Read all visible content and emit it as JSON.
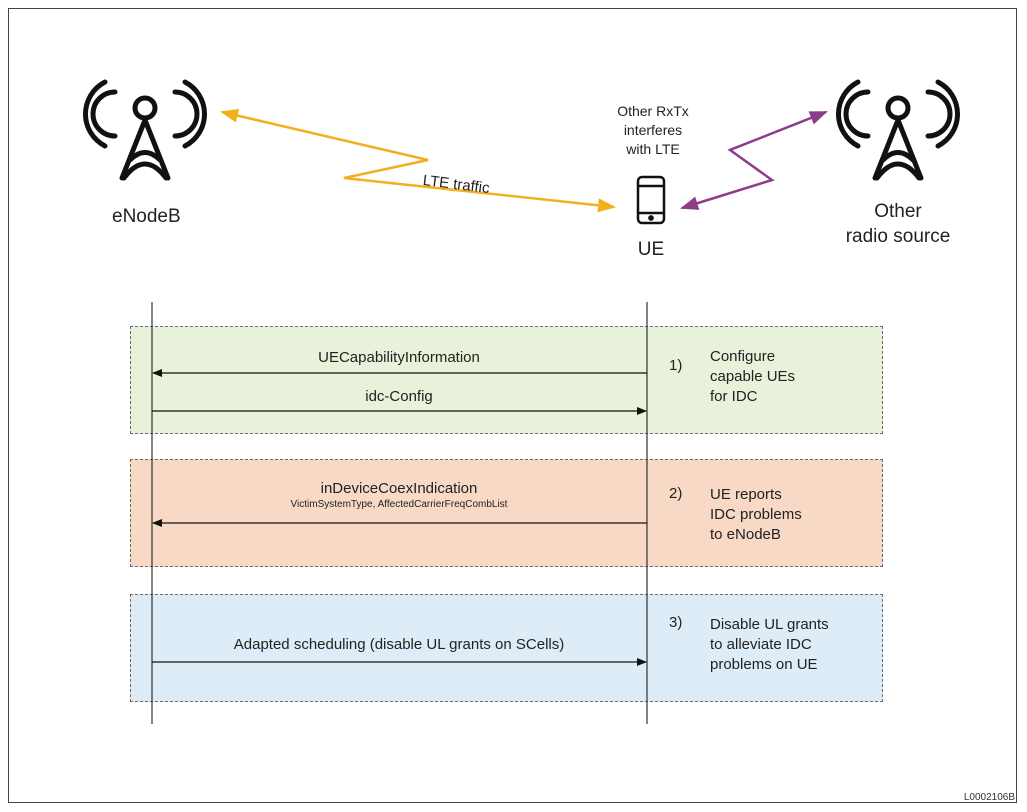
{
  "nodes": {
    "enodeb_label": "eNodeB",
    "ue_label": "UE",
    "other_label_line1": "Other",
    "other_label_line2": "radio source",
    "interference_line1": "Other RxTx",
    "interference_line2": "interferes",
    "interference_line3": "with LTE",
    "lte_traffic_label": "LTE traffic"
  },
  "colors": {
    "lte_link": "#f2b01e",
    "interference_link": "#8e3b8a",
    "band1_fill": "#e8f1da",
    "band2_fill": "#f8d9c6",
    "band3_fill": "#ddecf6"
  },
  "steps": [
    {
      "number": "1)",
      "description": [
        "Configure",
        "capable UEs",
        "for IDC"
      ],
      "messages": [
        {
          "label": "UECapabilityInformation",
          "direction": "to-enodeb"
        },
        {
          "label": "idc-Config",
          "direction": "to-ue"
        }
      ]
    },
    {
      "number": "2)",
      "description": [
        "UE reports",
        "IDC problems",
        "to eNodeB"
      ],
      "messages": [
        {
          "label": "inDeviceCoexIndication",
          "sublabel": "VictimSystemType, AffectedCarrierFreqCombList",
          "direction": "to-enodeb"
        }
      ]
    },
    {
      "number": "3)",
      "description": [
        "Disable UL grants",
        "to alleviate IDC",
        "problems on UE"
      ],
      "messages": [
        {
          "label": "Adapted scheduling (disable UL grants on SCells)",
          "direction": "to-ue"
        }
      ]
    }
  ],
  "figure_code": "L0002106B"
}
